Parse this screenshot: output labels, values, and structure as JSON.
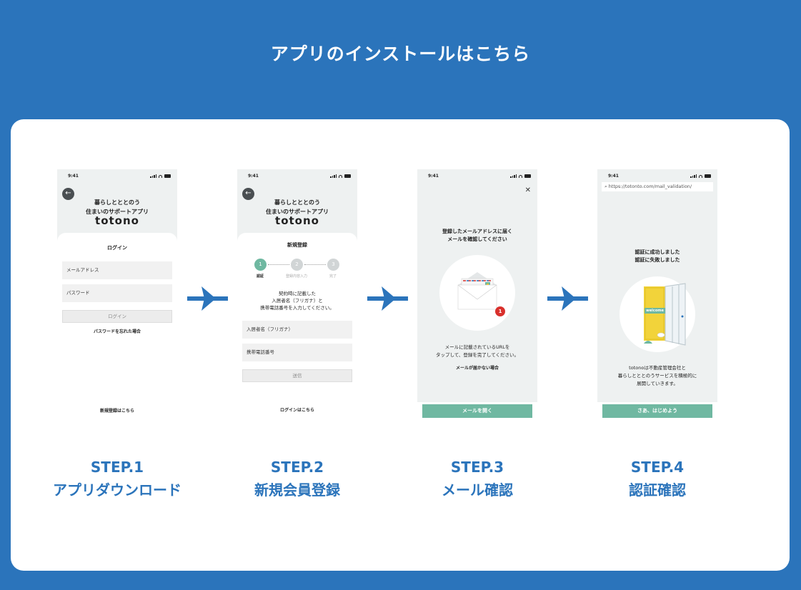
{
  "title": "アプリのインストールはこちら",
  "status_time": "9:41",
  "brand_logo": "totono",
  "tagline": [
    "暮らしとととのう",
    "住まいのサポートアプリ"
  ],
  "step1": {
    "sheet_title": "ログイン",
    "email_placeholder": "メールアドレス",
    "password_placeholder": "パスワード",
    "login_button": "ログイン",
    "forgot_link": "パスワードを忘れた場合",
    "signup_link": "新規登録はこちら"
  },
  "step2": {
    "sheet_title": "新規登録",
    "steps": [
      {
        "num": "1",
        "label": "認証"
      },
      {
        "num": "2",
        "label": "登録内容入力"
      },
      {
        "num": "3",
        "label": "完了"
      }
    ],
    "instructions": [
      "契約時に記載した",
      "入居者名（フリガナ）と",
      "携帯電話番号を入力してください。"
    ],
    "name_placeholder": "入居者名（フリガナ）",
    "phone_placeholder": "携帯電話番号",
    "submit_button": "送信",
    "login_link": "ログインはこちら"
  },
  "step3": {
    "heading": [
      "登録したメールアドレスに届く",
      "メールを確認してください"
    ],
    "badge_count": "1",
    "body": [
      "メールに記載されているURLを",
      "タップして、登録を完了してください。"
    ],
    "not_received_link": "メールが届かない場合",
    "open_mail_button": "メールを開く"
  },
  "step4": {
    "url": "https://totonto.com/mail_validation/",
    "heading": [
      "認証に成功しました",
      "認証に失敗しました"
    ],
    "door_sign": "welcome",
    "body": [
      "totonoは不動産管理会社と",
      "暮らしとととのうサービスを積極的に",
      "展開していきます。"
    ],
    "start_button": "さあ、はじめよう"
  },
  "steps": [
    {
      "num": "STEP.1",
      "name": "アプリダウンロード"
    },
    {
      "num": "STEP.2",
      "name": "新規会員登録"
    },
    {
      "num": "STEP.3",
      "name": "メール確認"
    },
    {
      "num": "STEP.4",
      "name": "認証確認"
    }
  ],
  "colors": {
    "background": "#2b74bb",
    "card": "#ffffff",
    "accent_green": "#6fb8a1",
    "step_text": "#2b74bb",
    "badge_red": "#d9302c"
  },
  "icons": [
    "back-arrow-icon",
    "close-icon",
    "search-icon",
    "right-arrow-icon",
    "envelope-illustration",
    "door-illustration"
  ]
}
